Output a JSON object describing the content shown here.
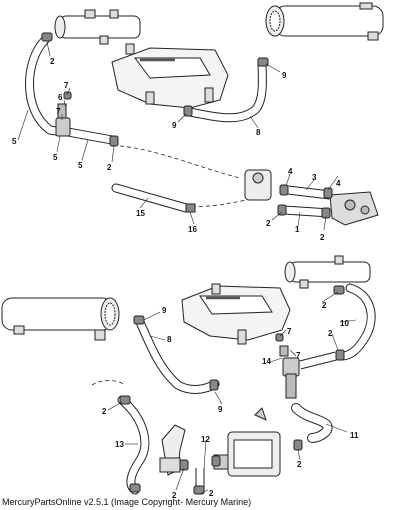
{
  "callouts": {
    "top_2a": "2",
    "top_9a": "9",
    "top_7a": "7",
    "top_6": "6",
    "top_7b": "7",
    "top_5a": "5",
    "top_5b": "5",
    "top_5c": "5",
    "top_2b": "2",
    "top_9b": "9",
    "top_8": "8",
    "top_4a": "4",
    "top_3": "3",
    "top_4b": "4",
    "top_15": "15",
    "top_2c": "2",
    "top_1": "1",
    "top_2d": "2",
    "top_16": "16",
    "bot_9a": "9",
    "bot_8": "8",
    "bot_2a": "2",
    "bot_10": "10",
    "bot_2b": "2",
    "bot_7": "7",
    "bot_14": "14",
    "bot_7b": "7",
    "bot_2c": "2",
    "bot_9b": "9",
    "bot_13": "13",
    "bot_12": "12",
    "bot_11": "11",
    "bot_2d": "2",
    "bot_2e": "2",
    "bot_2f": "2"
  },
  "caption": "MercuryPartsOnline v2.5.1 (Image Copyright- Mercury Marine)"
}
